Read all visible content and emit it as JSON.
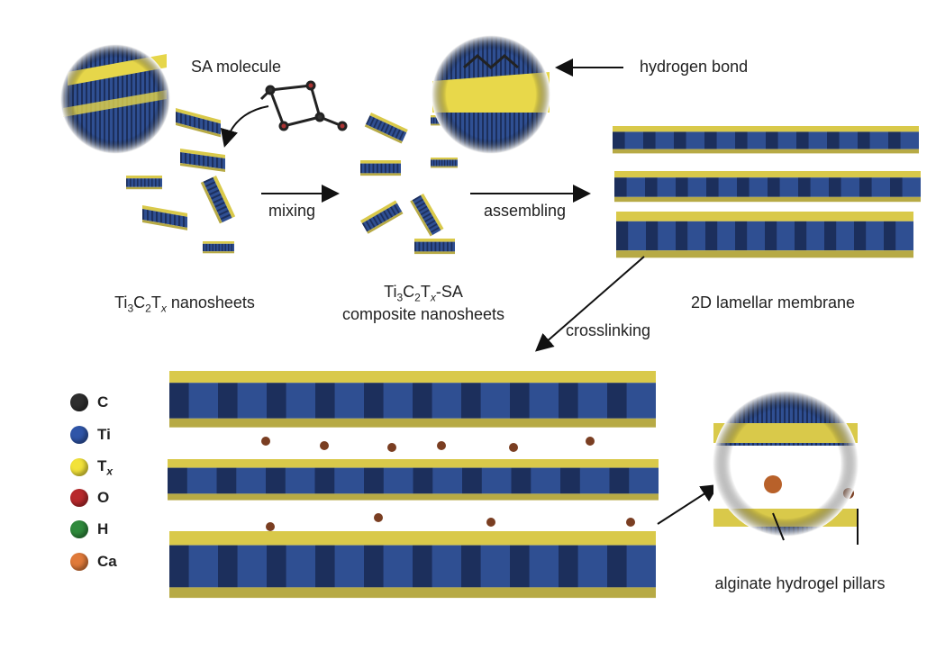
{
  "labels": {
    "sa_molecule": "SA molecule",
    "hydrogen_bond": "hydrogen  bond",
    "mixing": "mixing",
    "assembling": "assembling",
    "crosslinking": "crosslinking",
    "nanosheets": {
      "base": "Ti",
      "s1": "3",
      "c": "C",
      "s2": "2",
      "t": "T",
      "x": "x",
      "rest": " nanosheets"
    },
    "composite_line1": {
      "base": "Ti",
      "s1": "3",
      "c": "C",
      "s2": "2",
      "t": "T",
      "x": "x",
      "rest": "-SA"
    },
    "composite_line2": "composite nanosheets",
    "membrane": "2D lamellar membrane",
    "pillars": "alginate hydrogel pillars"
  },
  "legend": [
    {
      "label": "C",
      "color": "#2e2e2e"
    },
    {
      "label": "Ti",
      "color": "#2f55a8"
    },
    {
      "label": "T",
      "sub": "x",
      "color": "#f2e23a"
    },
    {
      "label": "O",
      "color": "#b8292c"
    },
    {
      "label": "H",
      "color": "#2f8a3c"
    },
    {
      "label": "Ca",
      "color": "#e07a3a"
    }
  ],
  "colors": {
    "ti": "#2f4f92",
    "tx": "#d9c94a",
    "carbon": "#333333"
  }
}
